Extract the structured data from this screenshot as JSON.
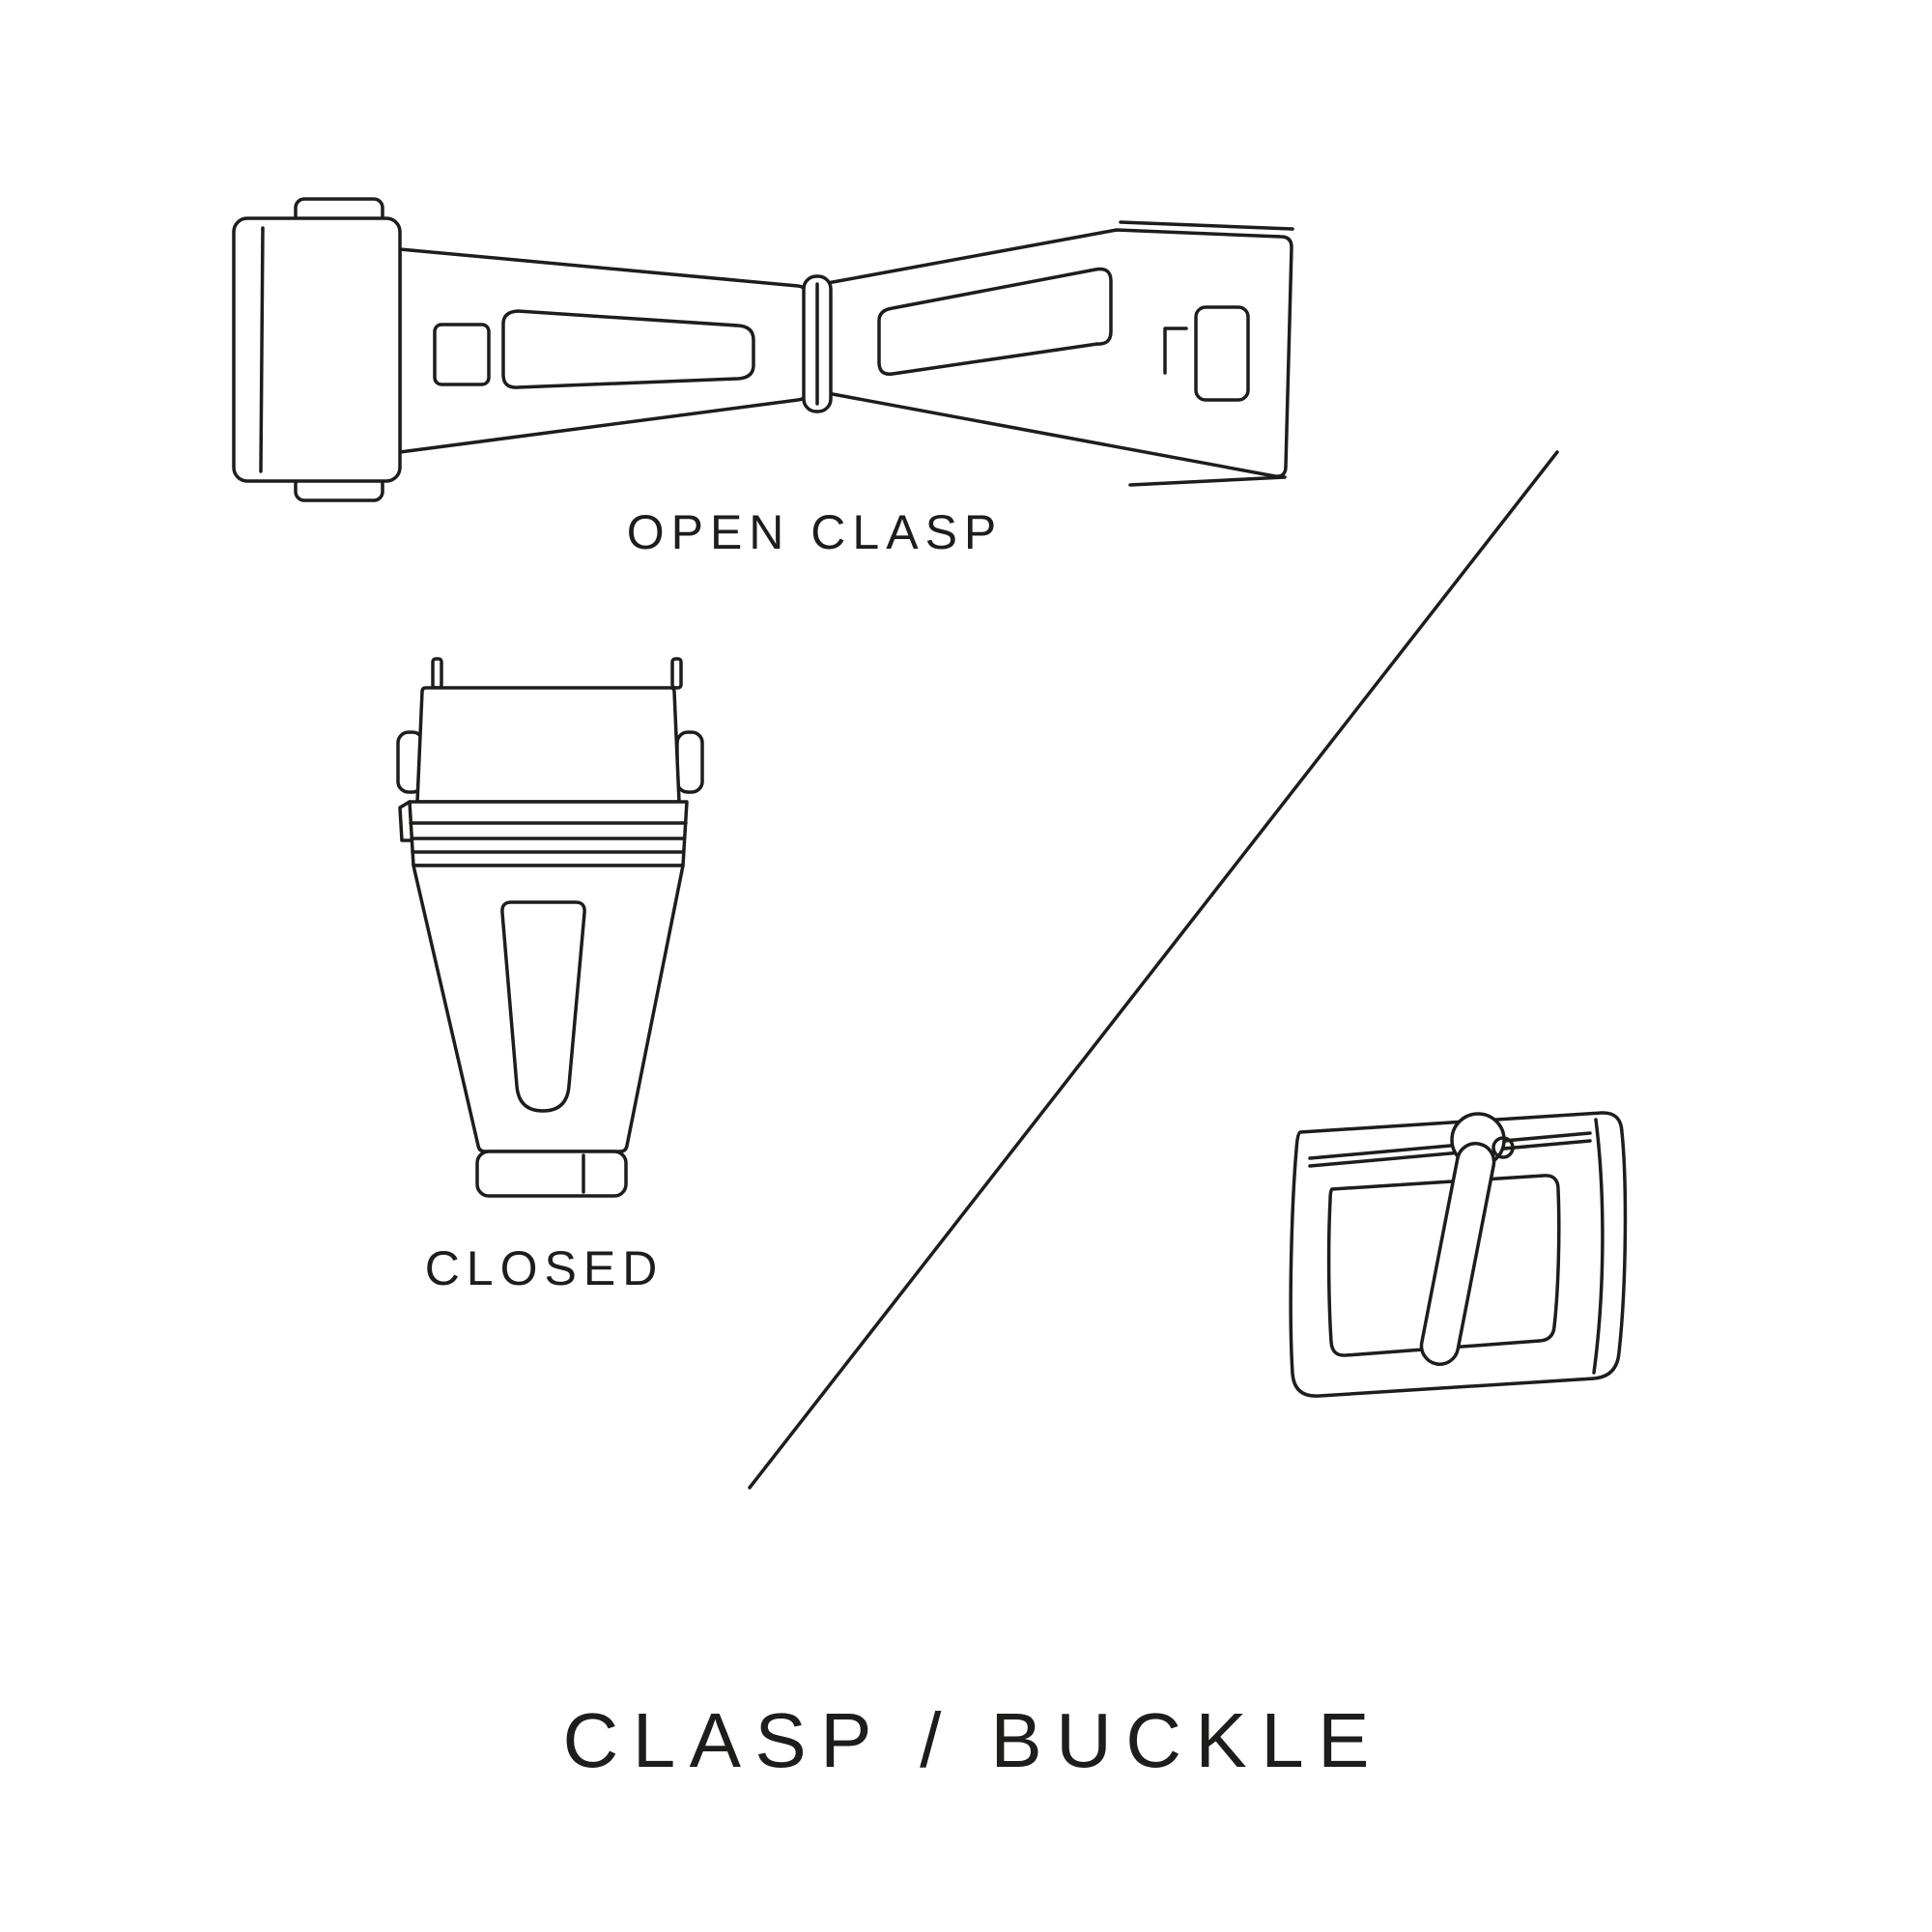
{
  "page": {
    "background_color": "#ffffff",
    "line_color": "#1d1d1b"
  },
  "diagram": {
    "title": "CLASP / BUCKLE",
    "sections": {
      "open_clasp_label": "OPEN CLASP",
      "closed_label": "CLOSED"
    },
    "illustrations": [
      "open-clasp-illustration",
      "closed-clasp-illustration",
      "tang-buckle-illustration",
      "diagonal-divider-line"
    ]
  }
}
